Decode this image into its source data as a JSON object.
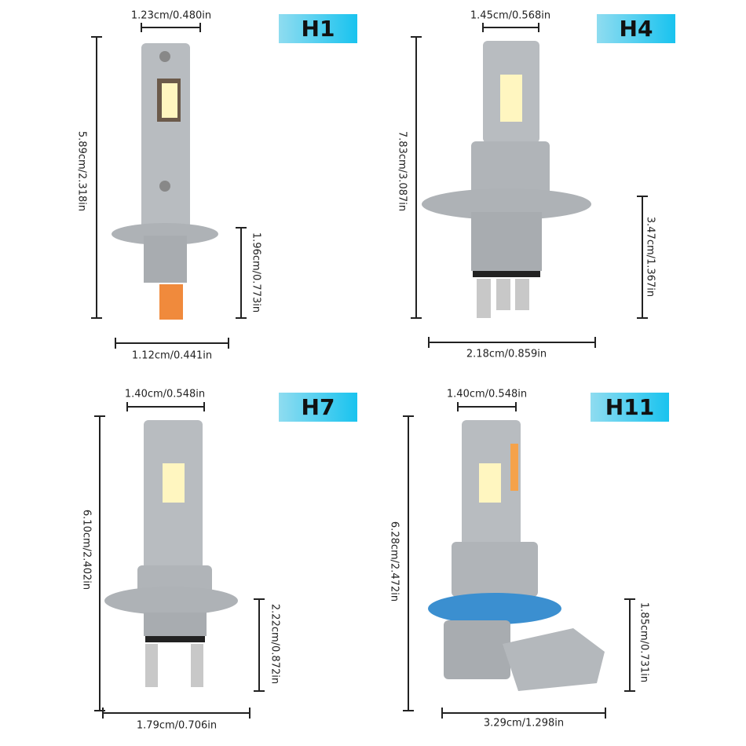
{
  "panels": [
    {
      "model": "H1",
      "top_width": "1.23cm/0.480in",
      "total_height": "5.89cm/2.318in",
      "base_height": "1.96cm/0.773in",
      "base_width": "1.12cm/0.441in"
    },
    {
      "model": "H4",
      "top_width": "1.45cm/0.568in",
      "total_height": "7.83cm/3.087in",
      "base_height": "3.47cm/1.367in",
      "base_width": "2.18cm/0.859in"
    },
    {
      "model": "H7",
      "top_width": "1.40cm/0.548in",
      "total_height": "6.10cm/2.402in",
      "base_height": "2.22cm/0.872in",
      "base_width": "1.79cm/0.706in"
    },
    {
      "model": "H11",
      "top_width": "1.40cm/0.548in",
      "total_height": "6.28cm/2.472in",
      "base_height": "1.85cm/0.731in",
      "base_width": "3.29cm/1.298in"
    }
  ],
  "colors": {
    "badge": "#19c3ef",
    "body": "#b8bcc0",
    "led": "#fff6c0",
    "terminal_h1": "#f08a3c",
    "ring_h11": "#3b8fd0"
  }
}
